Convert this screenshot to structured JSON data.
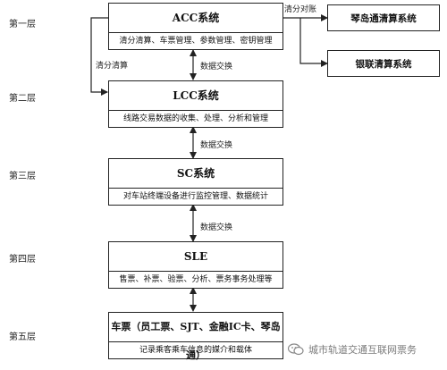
{
  "layers": [
    {
      "label": "第一层",
      "title": "ACC系统",
      "desc": "清分清算、车票管理、参数管理、密钥管理"
    },
    {
      "label": "第二层",
      "title": "LCC系统",
      "desc": "线路交易数据的收集、处理、分析和管理"
    },
    {
      "label": "第三层",
      "title": "SC系统",
      "desc": "对车站终端设备进行监控管理、数据统计"
    },
    {
      "label": "第四层",
      "title": "SLE",
      "desc": "售票、补票、验票、分析、票务事务处理等"
    },
    {
      "label": "第五层",
      "title": "车票（员工票、SJT、金融IC卡、琴岛通）",
      "desc": "记录乘客乘车信息的媒介和载体"
    }
  ],
  "clearing": {
    "qindaotong": "琴岛通清算系统",
    "unionpay": "银联清算系统",
    "reconcile_label": "清分对账"
  },
  "edge_labels": {
    "data_exchange": "数据交换",
    "clearing_settle": "清分清算"
  },
  "watermark": {
    "text": "城市轨道交通互联网票务",
    "icon": "wechat-icon"
  }
}
